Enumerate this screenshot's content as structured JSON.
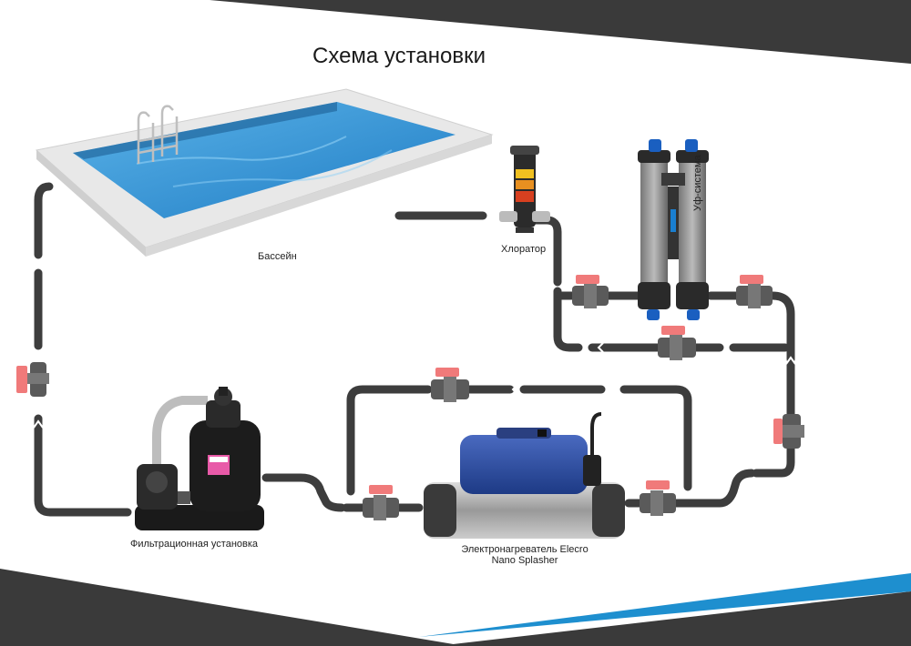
{
  "title": "Схема установки",
  "labels": {
    "pool": "Бассейн",
    "chlorinator": "Хлоратор",
    "uv": "Уф-система",
    "filter": "Фильтрационная установка",
    "heater_line1": "Электронагреватель Elecro",
    "heater_line2": "Nano Splasher"
  },
  "colors": {
    "pipe": "#3d3d3d",
    "valve_handle": "#f07a7a",
    "pool_water": "#2f8fd0",
    "pool_border": "#e8e8e8",
    "corner_dark": "#3a3a3a",
    "corner_blue": "#1e8fcf",
    "heater_body": "#2a4a9a",
    "filter_tank": "#1c1c1c"
  },
  "icons": {
    "pool": "swimming-pool-icon",
    "chlorinator": "chlorinator-icon",
    "uv": "uv-lamp-icon",
    "filter": "sand-filter-icon",
    "heater": "electric-heater-icon",
    "valve": "ball-valve-icon"
  }
}
